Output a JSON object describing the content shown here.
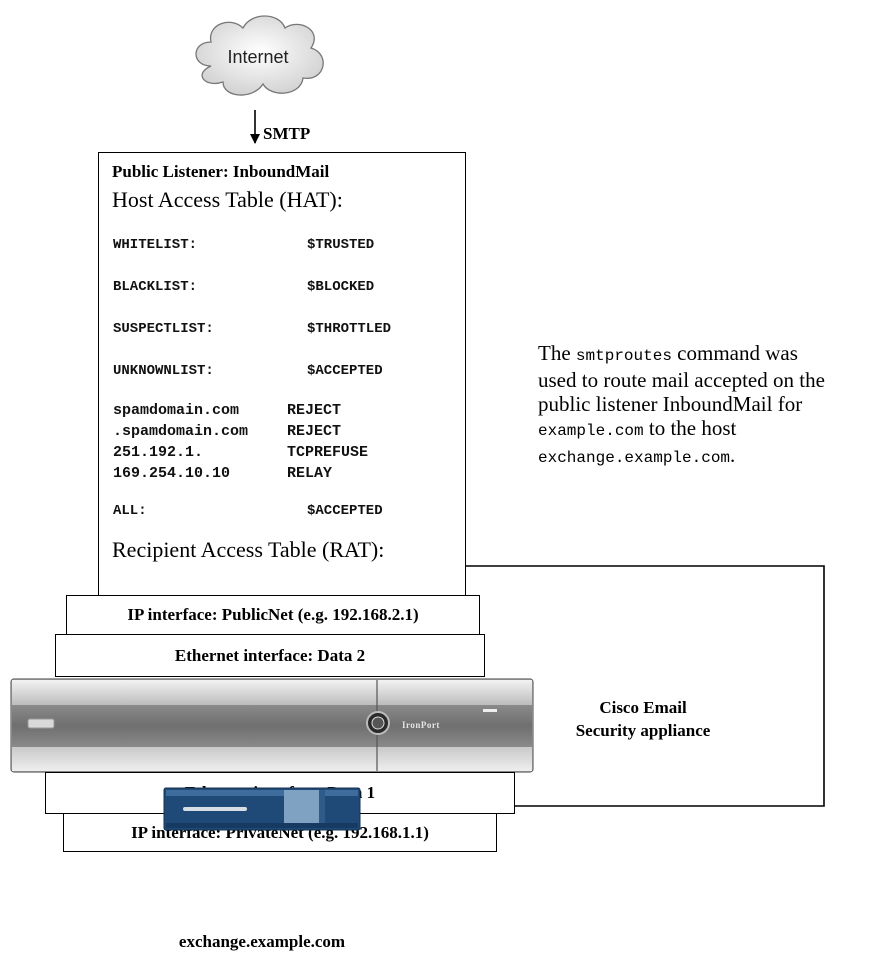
{
  "cloud": {
    "label": "Internet"
  },
  "smtp_label": "SMTP",
  "listener": {
    "title": "Public Listener: InboundMail",
    "hat_heading": "Host Access Table (HAT):",
    "hat_entries": [
      {
        "key": "WHITELIST:",
        "value": "$TRUSTED"
      },
      {
        "key": "BLACKLIST:",
        "value": "$BLOCKED"
      },
      {
        "key": "SUSPECTLIST:",
        "value": "$THROTTLED"
      },
      {
        "key": "UNKNOWNLIST:",
        "value": "$ACCEPTED"
      }
    ],
    "hat_rules": [
      {
        "key": "spamdomain.com",
        "value": "REJECT"
      },
      {
        "key": ".spamdomain.com",
        "value": "REJECT"
      },
      {
        "key": "251.192.1.",
        "value": "TCPREFUSE"
      },
      {
        "key": "169.254.10.10",
        "value": "RELAY"
      }
    ],
    "hat_all": {
      "key": "ALL:",
      "value": "$ACCEPTED"
    },
    "rat_heading": "Recipient Access Table (RAT):"
  },
  "interfaces": {
    "ip_public": "IP interface: PublicNet (e.g. 192.168.2.1)",
    "eth_data2": "Ethernet interface: Data 2",
    "eth_data1": "Ethernet interface: Data 1",
    "ip_private": "IP interface: PrivateNet (e.g. 192.168.1.1)"
  },
  "appliance": {
    "brand": "IronPort",
    "caption_line1": "Cisco Email",
    "caption_line2": "Security appliance"
  },
  "note": {
    "prefix": "The ",
    "command": "smtproutes",
    "line1_suffix": " command was",
    "line2": "used to route mail accepted on the",
    "line3": "public listener InboundMail for",
    "domain": "example.com",
    "line4_suffix": " to the host",
    "host": "exchange.example.com",
    "period": "."
  },
  "server": {
    "label": "exchange.example.com"
  }
}
